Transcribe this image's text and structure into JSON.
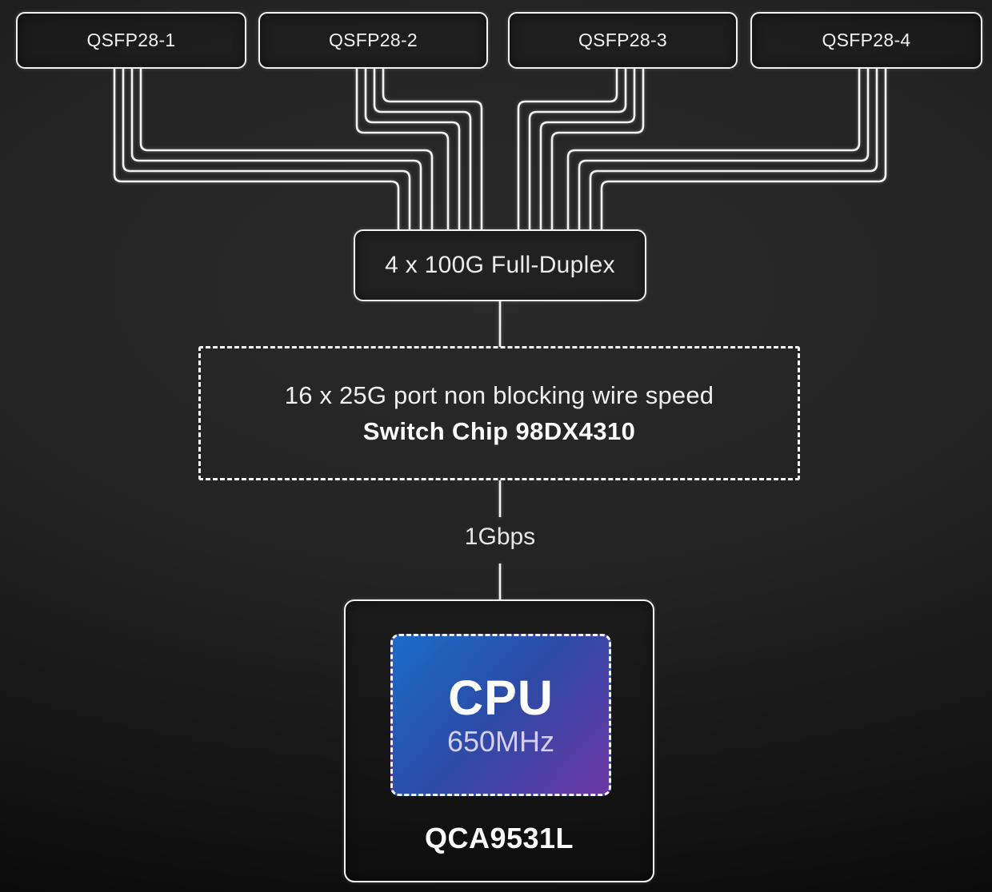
{
  "diagram": {
    "ports": [
      {
        "label": "QSFP28-1"
      },
      {
        "label": "QSFP28-2"
      },
      {
        "label": "QSFP28-3"
      },
      {
        "label": "QSFP28-4"
      }
    ],
    "uplink": {
      "label": "4 x 100G Full-Duplex"
    },
    "switch_chip": {
      "line1": "16 x 25G port non blocking wire speed",
      "line2": "Switch Chip 98DX4310"
    },
    "link_label": "1Gbps",
    "soc": {
      "cpu_label": "CPU",
      "cpu_clock": "650MHz",
      "chip_label": "QCA9531L"
    },
    "colors": {
      "wire": "#f2f2f2",
      "background": "#1e1e1e",
      "cpu_gradient_start": "#1a6cc8",
      "cpu_gradient_end": "#6d36a6",
      "cpu_clock_text": "#d6cfec"
    }
  }
}
